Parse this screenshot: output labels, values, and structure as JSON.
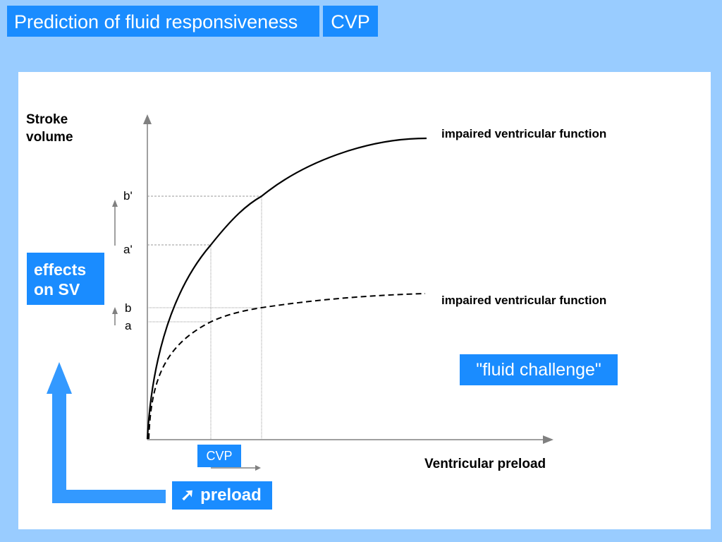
{
  "header": {
    "title": "Prediction of fluid responsiveness",
    "tag": "CVP"
  },
  "diagram": {
    "y_axis_label_line1": "Stroke",
    "y_axis_label_line2": "volume",
    "x_axis_label": "Ventricular preload",
    "upper_curve_label": "impaired ventricular function",
    "lower_curve_label": "impaired ventricular function",
    "level_labels": {
      "b_prime": "b'",
      "a_prime": "a'",
      "b": "b",
      "a": "a"
    },
    "effects_box": {
      "line1": "effects",
      "line2": "on SV"
    },
    "fluid_challenge": "\"fluid challenge\"",
    "cvp_box": "CVP",
    "preload_box": {
      "arrow": "➚",
      "label": "preload"
    }
  },
  "colors": {
    "background": "#99ccff",
    "accent_blue": "#1a8cff",
    "big_arrow_blue": "#3399ff",
    "axis_gray": "#808080"
  }
}
